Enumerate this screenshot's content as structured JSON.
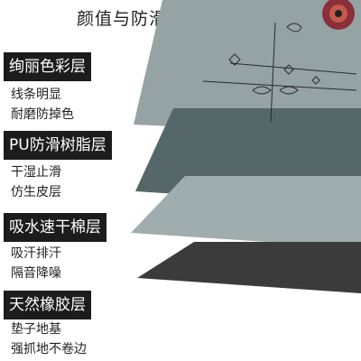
{
  "title": "颜值与防滑的叠加",
  "layers": [
    {
      "label": "绚丽色彩层",
      "lines": [
        "线条明显",
        "耐磨防掉色"
      ]
    },
    {
      "label": "PU防滑树脂层",
      "lines": [
        "干湿止滑",
        "仿生皮层"
      ]
    },
    {
      "label": "吸水速干棉层",
      "lines": [
        "吸汗排汗",
        "隔音降噪"
      ]
    },
    {
      "label": "天然橡胶层",
      "lines": [
        "垫子地基",
        "强抓地不卷边"
      ]
    }
  ],
  "colors": {
    "top_layer": "#95a3a4",
    "pu_layer": "#566769",
    "cotton_layer": "#9fadae",
    "rubber_layer": "#3b3b3b",
    "label_bg": "#1c1c1c",
    "mandala": "#8a2f3b"
  }
}
